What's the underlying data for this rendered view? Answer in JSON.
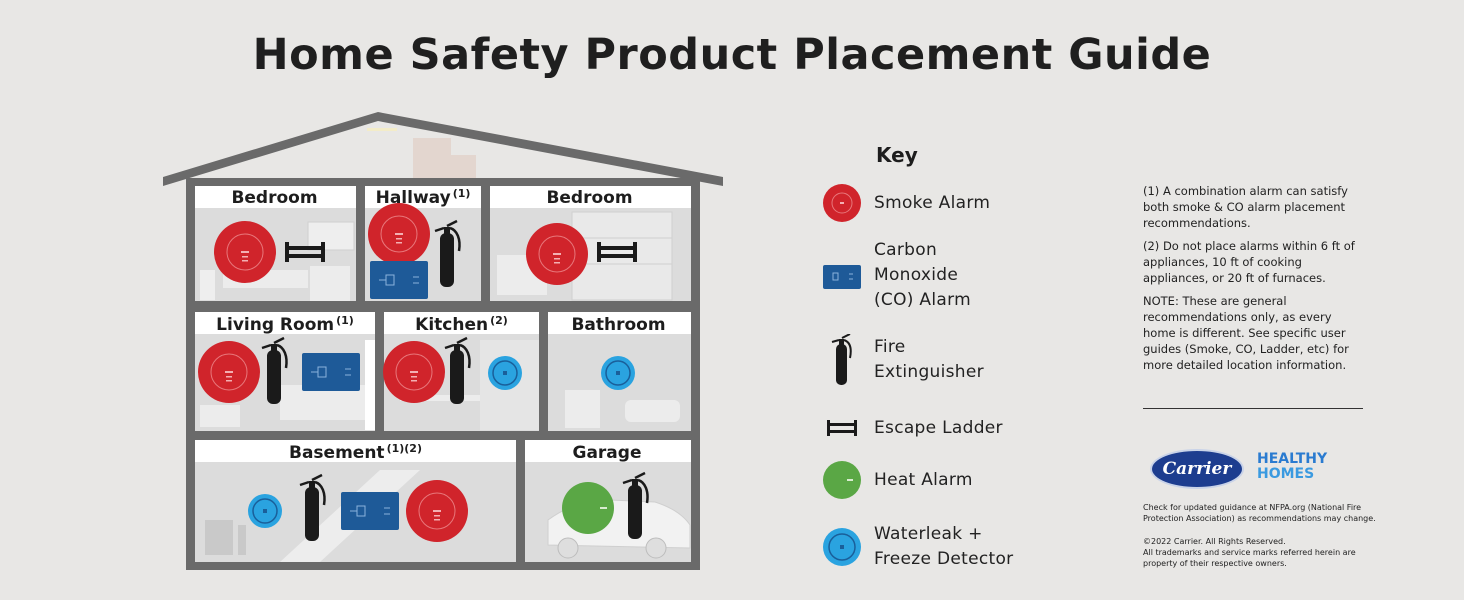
{
  "title": "Home Safety Product Placement Guide",
  "rooms": [
    {
      "name": "Bedroom",
      "note": ""
    },
    {
      "name": "Hallway",
      "note": "(1)"
    },
    {
      "name": "Bedroom",
      "note": ""
    },
    {
      "name": "Living Room",
      "note": "(1)"
    },
    {
      "name": "Kitchen",
      "note": "(2)"
    },
    {
      "name": "Bathroom",
      "note": ""
    },
    {
      "name": "Basement",
      "note": "(1)(2)"
    },
    {
      "name": "Garage",
      "note": ""
    }
  ],
  "key": {
    "title": "Key",
    "items": [
      {
        "icon": "smoke-alarm-icon",
        "label_lines": [
          "Smoke Alarm"
        ]
      },
      {
        "icon": "co-alarm-icon",
        "label_lines": [
          "Carbon",
          "Monoxide",
          "(CO) Alarm"
        ]
      },
      {
        "icon": "fire-extinguisher-icon",
        "label_lines": [
          "Fire",
          "Extinguisher"
        ]
      },
      {
        "icon": "escape-ladder-icon",
        "label_lines": [
          "Escape Ladder"
        ]
      },
      {
        "icon": "heat-alarm-icon",
        "label_lines": [
          "Heat Alarm"
        ]
      },
      {
        "icon": "waterleak-detector-icon",
        "label_lines": [
          "Waterleak +",
          "Freeze Detector"
        ]
      }
    ]
  },
  "notes": [
    "(1) A combination alarm can satisfy both smoke & CO alarm placement recommendations.",
    "(2) Do not place alarms within 6 ft of appliances, 10 ft of cooking appliances, or 20 ft of furnaces.",
    "NOTE: These are general recommendations only, as every home is different. See specific user guides (Smoke, CO, Ladder, etc) for more detailed location information."
  ],
  "brand": {
    "carrier": "Carrier",
    "healthy": "HEALTHY",
    "homes": "HOMES"
  },
  "fine_print": {
    "guidance": "Check for updated guidance at NFPA.org (National Fire Protection Association) as recommendations may change.",
    "copyright": "©2022 Carrier. All Rights Reserved.",
    "trademarks": "All trademarks and service marks referred herein are property of their respective owners."
  },
  "colors": {
    "smoke": "#d0242b",
    "co": "#1e5a98",
    "heat": "#5aa745",
    "waterleak": "#2aa3e0",
    "wall": "#6a6a6a",
    "extinguisher": "#1a1a1a"
  }
}
